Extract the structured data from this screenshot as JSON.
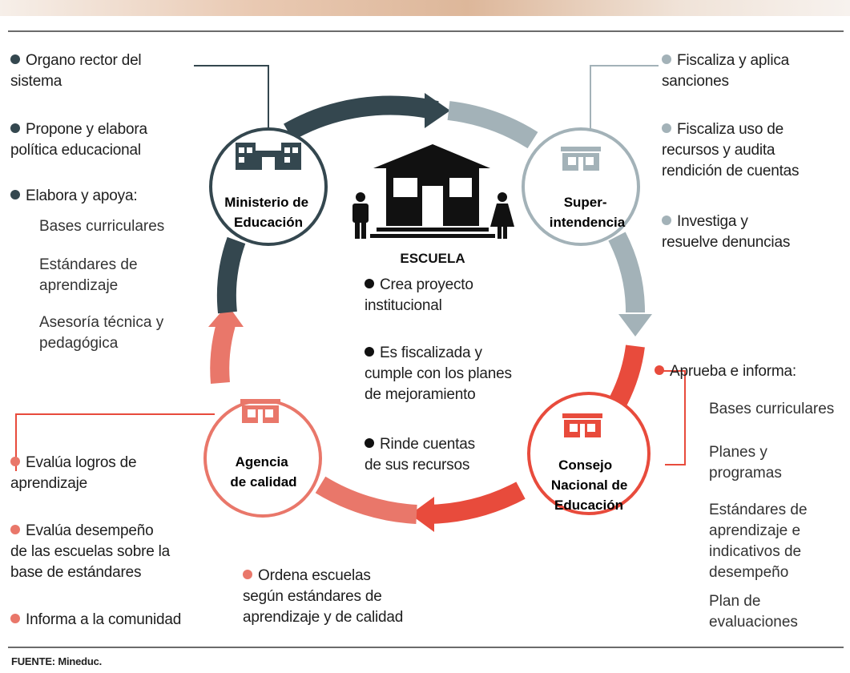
{
  "colors": {
    "dark": "#34474f",
    "gray": "#a3b2b8",
    "red": "#e84b3c",
    "red_light": "#e9776a"
  },
  "center": {
    "title": "ESCUELA",
    "bullets": [
      [
        "Crea proyecto",
        "institucional"
      ],
      [
        "Es fiscalizada y",
        "cumple con los planes",
        "de mejoramiento"
      ],
      [
        "Rinde cuentas",
        "de sus recursos"
      ]
    ]
  },
  "nodes": {
    "ministerio": [
      "Ministerio de",
      "Educación"
    ],
    "superintendencia": [
      "Super-",
      "intendencia"
    ],
    "consejo": [
      "Consejo",
      "Nacional de",
      "Educación"
    ],
    "agencia": [
      "Agencia",
      "de calidad"
    ]
  },
  "left_top": {
    "b1": [
      "Organo rector del",
      "sistema"
    ],
    "b2": [
      "Propone y elabora",
      "política educacional"
    ],
    "b3": "Elabora y apoya:",
    "subs": [
      "Bases curriculares",
      "Estándares de",
      "aprendizaje",
      "Asesoría técnica y",
      "pedagógica"
    ]
  },
  "right_top": {
    "b1": [
      "Fiscaliza y aplica",
      "sanciones"
    ],
    "b2": [
      "Fiscaliza uso de",
      "recursos y audita",
      "rendición de cuentas"
    ],
    "b3": [
      "Investiga y",
      "resuelve denuncias"
    ]
  },
  "right_bottom": {
    "b1": "Aprueba e informa:",
    "subs": [
      "Bases curriculares",
      "Planes y",
      "programas",
      "Estándares de",
      "aprendizaje e",
      "indicativos de",
      "desempeño",
      "Plan de",
      "evaluaciones"
    ]
  },
  "left_bottom": {
    "b1": [
      "Evalúa logros de",
      "aprendizaje"
    ],
    "b2": [
      "Evalúa desempeño",
      "de las escuelas sobre la",
      "base de estándares"
    ],
    "b3": "Informa a la comunidad"
  },
  "bottom_center": {
    "b1": [
      "Ordena escuelas",
      "según estándares de",
      "aprendizaje y de calidad"
    ]
  },
  "source": "FUENTE: Mineduc."
}
